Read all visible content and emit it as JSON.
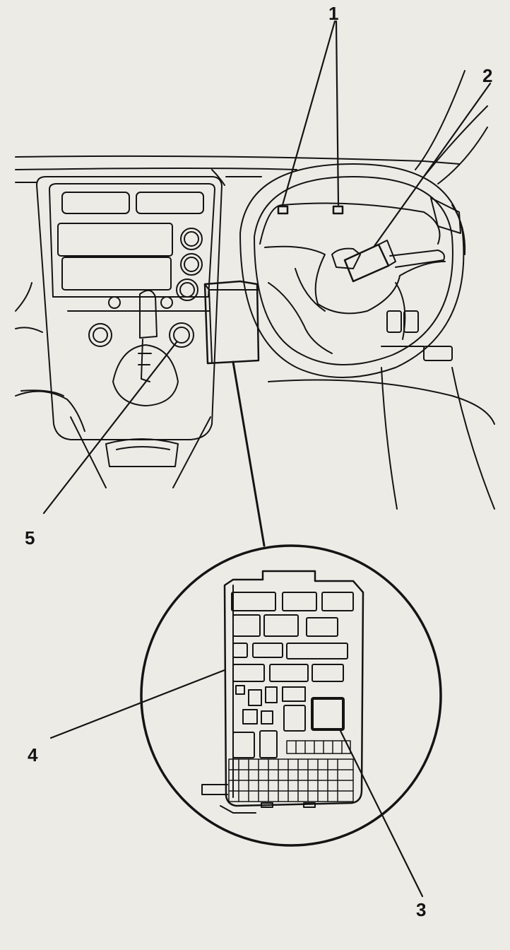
{
  "callouts": {
    "c1": "1",
    "c2": "2",
    "c3": "3",
    "c4": "4",
    "c5": "5"
  },
  "colors": {
    "background": "#ecebe6",
    "ink": "#141414"
  }
}
